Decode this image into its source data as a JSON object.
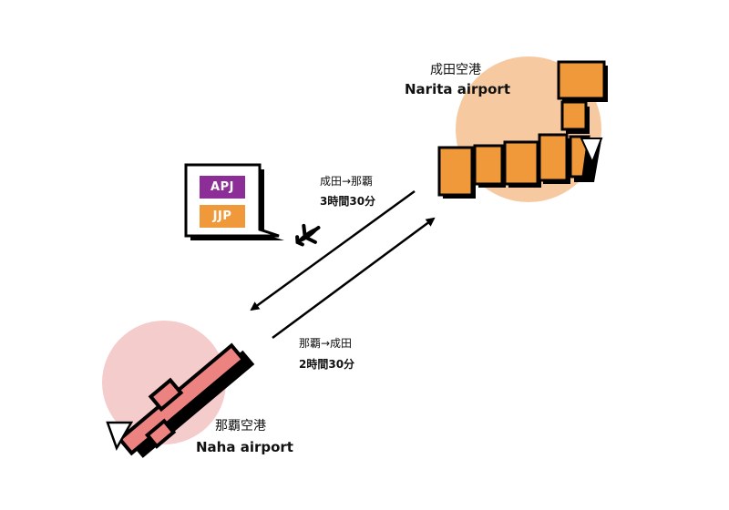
{
  "narita": {
    "name_jp": "成田空港",
    "name_en": "Narita airport",
    "circle_color": "#f6c9a0",
    "map_color": "#f0993a"
  },
  "naha": {
    "name_jp": "那覇空港",
    "name_en": "Naha airport",
    "circle_color": "#f5cccc",
    "map_color": "#ec8380"
  },
  "routes": [
    {
      "direction": "成田→那覇",
      "duration": "3時間30分"
    },
    {
      "direction": "那覇→成田",
      "duration": "2時間30分"
    }
  ],
  "airlines_box": {
    "airlines": [
      {
        "code": "APJ",
        "color": "#8d2e98"
      },
      {
        "code": "JJP",
        "color": "#f0993a"
      }
    ]
  },
  "icons": {
    "plane": "airplane-icon",
    "airport_marker": "triangle-marker-icon"
  }
}
